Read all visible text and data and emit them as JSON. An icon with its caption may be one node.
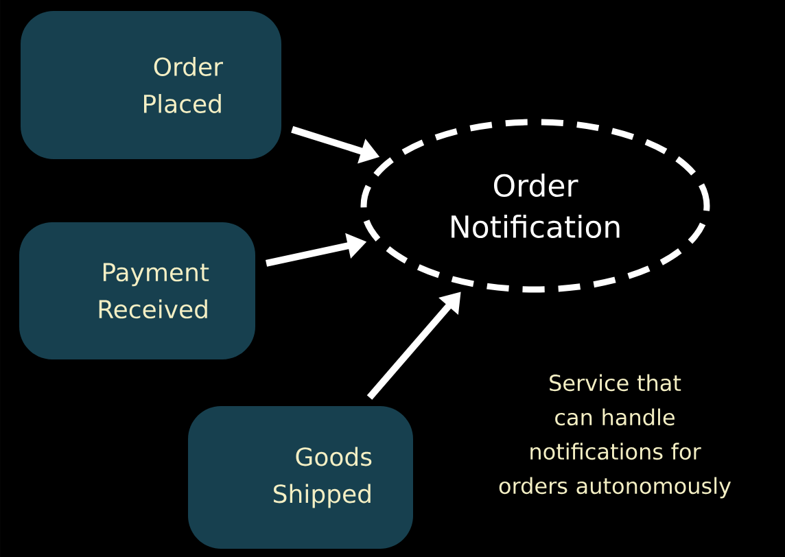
{
  "diagram": {
    "nodes": [
      {
        "text": [
          "Order Notification"
        ]
      },
      {
        "text": [
          "Order Placed"
        ]
      },
      {
        "text": [
          "Payment Received"
        ]
      },
      {
        "text": [
          "Goods Shipped"
        ]
      }
    ],
    "edges": [
      {
        "from": 1,
        "to": 0,
        "arrow": "to"
      },
      {
        "from": 2,
        "to": 0,
        "arrow": "to"
      },
      {
        "from": 3,
        "to": 0,
        "arrow": "to"
      }
    ],
    "labels": [
      "Service that can handle notifications for orders autonomously"
    ]
  }
}
